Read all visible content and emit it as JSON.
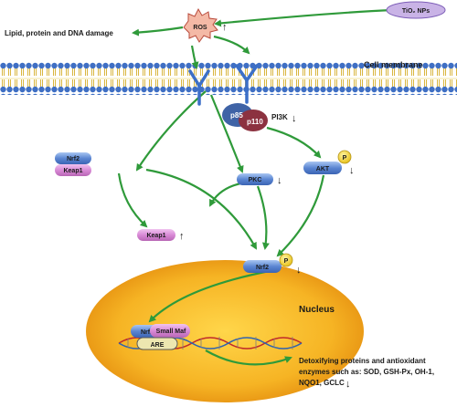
{
  "labels": {
    "tio2": "TiO₂ NPs",
    "ros": "ROS",
    "ros_trend": "↑",
    "damage": "Lipid, protein and DNA damage",
    "cell_membrane": "Cell membrane",
    "p85": "p85",
    "p110": "p110",
    "pi3k": "PI3K",
    "pi3k_trend": "↓",
    "nrf2_top": "Nrf2",
    "keap1_top": "Keap1",
    "pkc": "PKC",
    "pkc_trend": "↓",
    "akt": "AKT",
    "akt_trend": "↓",
    "p_badge": "P",
    "keap1_low": "Keap1",
    "keap1_low_trend": "↑",
    "nrf2_mid": "Nrf2",
    "nrf2_mid_trend": "↓",
    "nucleus": "Nucleus",
    "nrf2_nuc": "Nrf2",
    "small_maf": "Small Maf",
    "are": "ARE",
    "detox_line1": "Detoxifying proteins and antioxidant",
    "detox_line2": "enzymes such as: SOD, GSH-Px, OH-1,",
    "detox_line3": "NQO1, GCLC",
    "detox_trend": "↓"
  },
  "colors": {
    "arrow": "#2f9a3a",
    "nucleus": "#f3a91e",
    "tio2_fill": "#c9b3e6",
    "ros_fill": "#f4b9a6",
    "blue_pill": "#4f78c8",
    "pink_pill": "#d98ad6",
    "badge": "#f2d23c"
  }
}
